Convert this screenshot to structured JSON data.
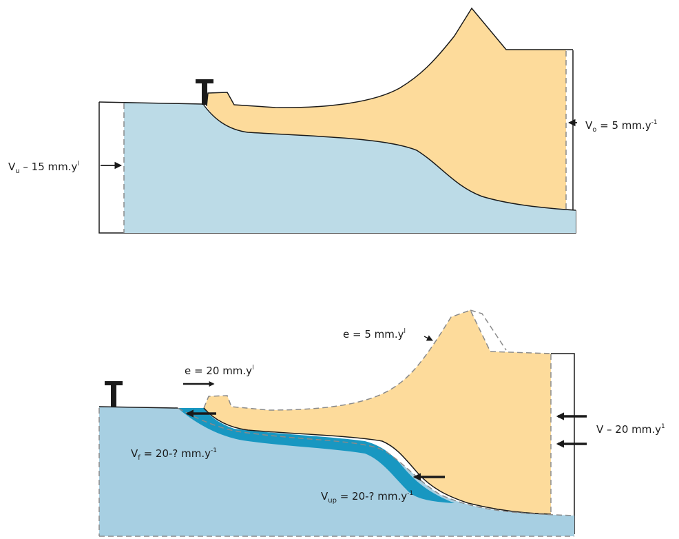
{
  "top_panel": {
    "label_left": {
      "main": "V",
      "sub": "u",
      "rest": " – 15 mm.y",
      "sup": "l"
    },
    "label_right": {
      "main": "V",
      "sub": "o",
      "rest": " = 5 mm.y",
      "sup": "-1"
    }
  },
  "bottom_panel": {
    "label_erosion_top": {
      "main": "e = 5 mm.y",
      "sup": "l"
    },
    "label_erosion_front": {
      "main": "e = 20 mm.y",
      "sup": "l"
    },
    "label_right": {
      "main": "V – 20 mm.y",
      "sup": "1"
    },
    "label_vf": {
      "main": "V",
      "sub": "f",
      "rest": " = 20-? mm.y",
      "sup": "-1"
    },
    "label_vup": {
      "main": "V",
      "sub": "up",
      "rest": " = 20-? mm.y",
      "sup": "-1"
    }
  },
  "colors": {
    "plate": "#bcdbe7",
    "plate_deep": "#a7cfe2",
    "wedge": "#fddb9b",
    "eroded": "#1897c1",
    "line": "#1a1a1a",
    "dash": "#8a8a8a"
  }
}
